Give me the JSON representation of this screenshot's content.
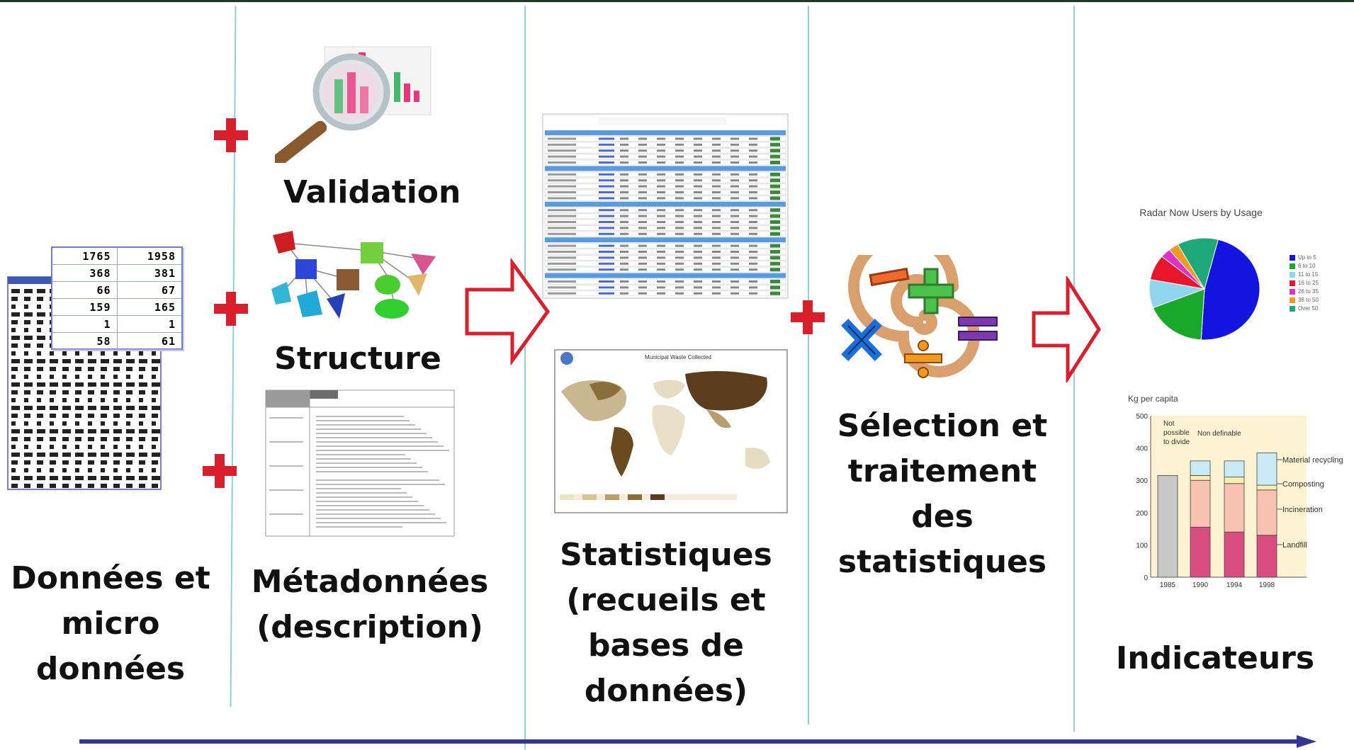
{
  "stages": {
    "donnees": "Données et\nmicro\ndonnées",
    "validation": "Validation",
    "structure": "Structure",
    "metadonnees": "Métadonnées\n(description)",
    "statistiques": "Statistiques\n(recueils et\nbases de\ndonnées)",
    "selection": "Sélection et\ntraitement\ndes\nstatistiques",
    "indicateurs": "Indicateurs"
  },
  "micro_table": {
    "rows": [
      [
        "1765",
        "1958"
      ],
      [
        "368",
        "381"
      ],
      [
        "66",
        "67"
      ],
      [
        "159",
        "165"
      ],
      [
        "1",
        "1"
      ],
      [
        "58",
        "61"
      ]
    ]
  },
  "pie_chart": {
    "title": "Radar Now Users by Usage",
    "legend": [
      "Up to 5",
      "6 to 10",
      "11 to 15",
      "16 to 25",
      "26 to 35",
      "36 to 50",
      "Over 50"
    ],
    "colors": [
      "#1414e0",
      "#19a82a",
      "#8fd5ee",
      "#e8162b",
      "#e030c8",
      "#f29a20",
      "#1fa87a"
    ]
  },
  "waste_chart": {
    "ylabel": "Kg per capita",
    "yticks": [
      "500",
      "400",
      "300",
      "200",
      "100",
      "0"
    ],
    "xticks": [
      "1985",
      "1990",
      "1994",
      "1998"
    ],
    "note_left": "Not\npossible\nto divide",
    "note_right": "Non definable",
    "legend": [
      "Material recycling",
      "Composting",
      "Incineration",
      "Landfill"
    ]
  },
  "map_doc": {
    "title": "Municipal Waste Collected"
  },
  "colors": {
    "plus": "#d91f2b",
    "arrow_outline": "#d91f2b",
    "divider": "#8fd0dd",
    "timeline": "#35358f"
  },
  "icons": [
    "magnifier-chart-icon",
    "structure-network-icon",
    "math-operators-icon",
    "world-map-icon",
    "data-table-icon",
    "metadata-document-icon"
  ],
  "chart_data": [
    {
      "type": "pie",
      "title": "Radar Now Users by Usage",
      "categories": [
        "Up to 5",
        "6 to 10",
        "11 to 15",
        "16 to 25",
        "26 to 35",
        "36 to 50",
        "Over 50"
      ],
      "values": [
        47,
        18,
        9,
        8,
        3,
        3,
        12
      ]
    },
    {
      "type": "bar",
      "title": "",
      "ylabel": "Kg per capita",
      "ylim": [
        0,
        500
      ],
      "categories": [
        "1985",
        "1990",
        "1994",
        "1998"
      ],
      "series": [
        {
          "name": "Landfill",
          "values": [
            0,
            155,
            140,
            130
          ]
        },
        {
          "name": "Incineration",
          "values": [
            0,
            145,
            150,
            140
          ]
        },
        {
          "name": "Composting",
          "values": [
            0,
            15,
            20,
            15
          ]
        },
        {
          "name": "Material recycling",
          "values": [
            0,
            45,
            50,
            100
          ]
        },
        {
          "name": "Not possible to divide",
          "values": [
            315,
            0,
            0,
            0
          ]
        }
      ]
    }
  ]
}
